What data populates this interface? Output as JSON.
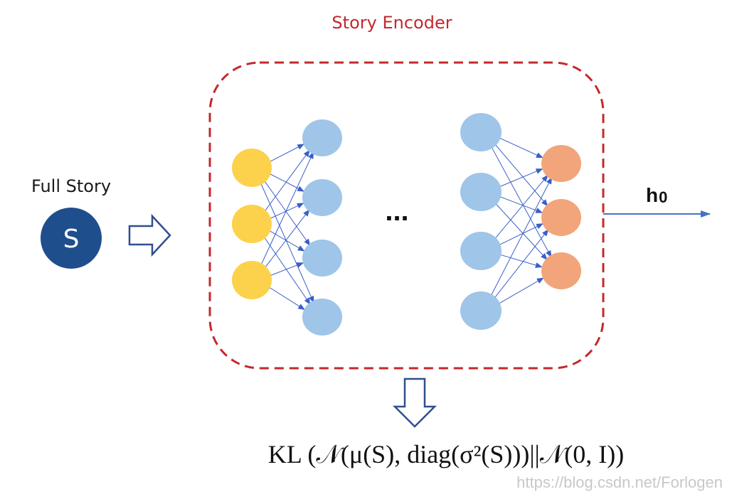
{
  "title": "Story Encoder",
  "input_label": "Full Story",
  "input_node_letter": "S",
  "ellipsis": "...",
  "output_label": "h",
  "output_subscript": "0",
  "loss_formula": "KL (𝒩(μ(S), diag(σ²(S)))||𝒩(0, I))",
  "watermark": "https://blog.csdn.net/Forlogen",
  "colors": {
    "title": "#c4282c",
    "encoder_border": "#c4282c",
    "input_node": "#1f4e8c",
    "layer_input": "#fcd24c",
    "layer_hidden": "#9fc5e8",
    "layer_output": "#f2a57a",
    "arrows": "#4472c4",
    "connections": "#3a5fc8"
  },
  "network": {
    "input_units": 3,
    "first_hidden_units": 4,
    "last_hidden_units": 4,
    "output_units": 3
  }
}
